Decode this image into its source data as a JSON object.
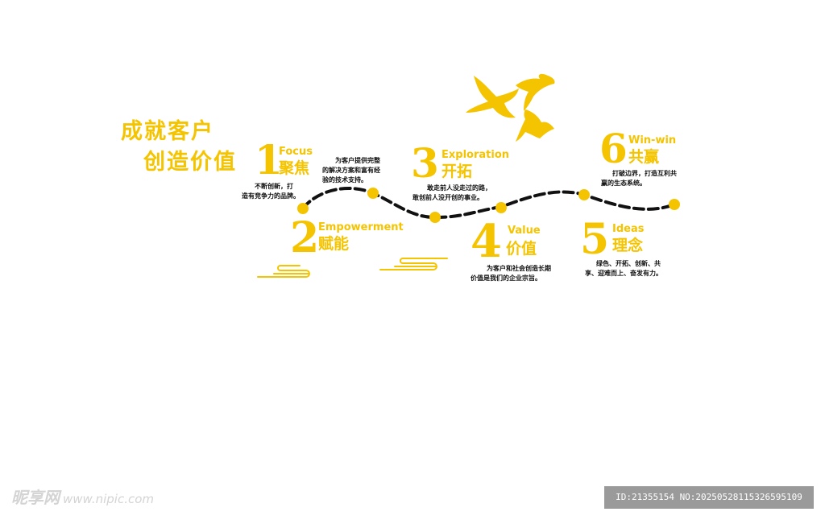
{
  "headline": {
    "line1": "成就客户",
    "line2": "创造价值"
  },
  "steps": [
    {
      "number": "1",
      "en": "Focus",
      "cn": "聚焦",
      "desc": [
        "不断创新，打",
        "造有竞争力的品牌。"
      ]
    },
    {
      "number": "2",
      "en": "Empowerment",
      "cn": "赋能",
      "desc": [
        "为客户提供完整",
        "的解决方案和富有经",
        "验的技术支持。"
      ]
    },
    {
      "number": "3",
      "en": "Exploration",
      "cn": "开拓",
      "desc": [
        "敢走前人没走过的路，",
        "敢创前人没开创的事业。"
      ]
    },
    {
      "number": "4",
      "en": "Value",
      "cn": "价值",
      "desc": [
        "为客户和社会创造长期",
        "价值是我们的企业宗旨。"
      ]
    },
    {
      "number": "5",
      "en": "Ideas",
      "cn": "理念",
      "desc": [
        "绿色、开拓、创新、共",
        "享、迎难而上、奋发有力。"
      ]
    },
    {
      "number": "6",
      "en": "Win-win",
      "cn": "共赢",
      "desc": [
        "打破边界，打造互利共",
        "赢的生态系统。"
      ]
    }
  ],
  "colors": {
    "accent": "#f5c400",
    "path": "#111111",
    "text": "#111111"
  },
  "icons": {
    "birds": "flying-doves-icon",
    "clouds": "cloud-ornament-icon"
  },
  "watermark": {
    "brand": "昵享网",
    "url": "www.nipic.com",
    "id_text": "ID:21355154 NO:20250528115326595109"
  }
}
